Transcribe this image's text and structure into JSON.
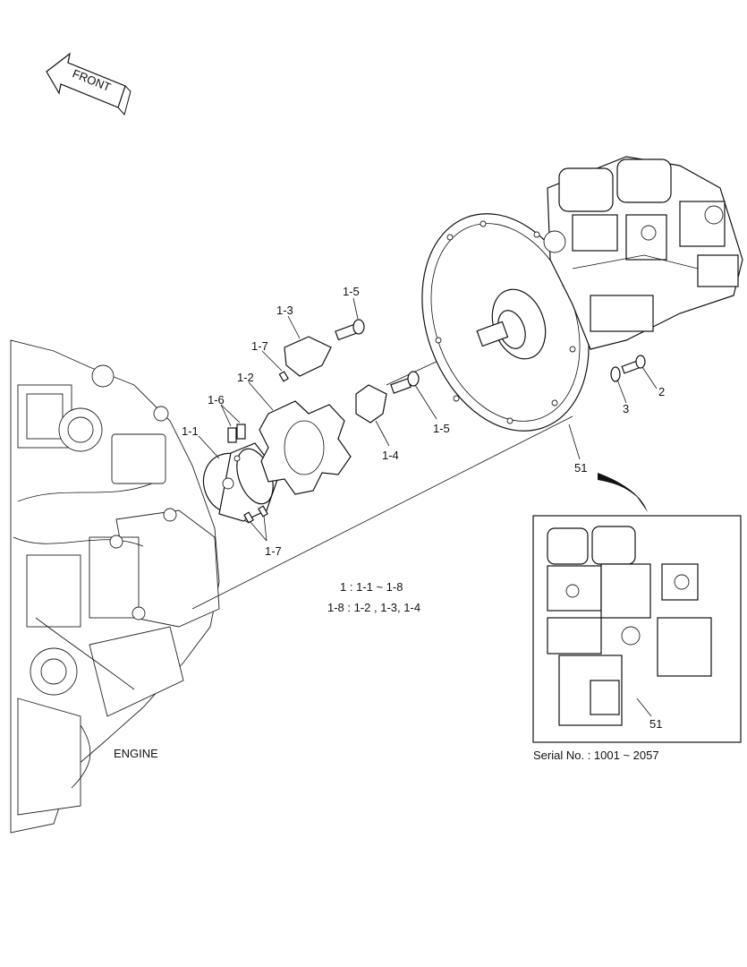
{
  "front_arrow": {
    "label": "FRONT"
  },
  "callouts": {
    "c1_1": "1-1",
    "c1_2": "1-2",
    "c1_3": "1-3",
    "c1_4": "1-4",
    "c1_5a": "1-5",
    "c1_5b": "1-5",
    "c1_6": "1-6",
    "c1_7a": "1-7",
    "c1_7b": "1-7",
    "c2": "2",
    "c3": "3",
    "c51a": "51",
    "c51b": "51"
  },
  "notes": {
    "line1": "1 : 1-1 ~ 1-8",
    "line2": "1-8 : 1-2 , 1-3, 1-4"
  },
  "labels": {
    "engine": "ENGINE",
    "serial": "Serial No. : 1001 ~ 2057"
  }
}
